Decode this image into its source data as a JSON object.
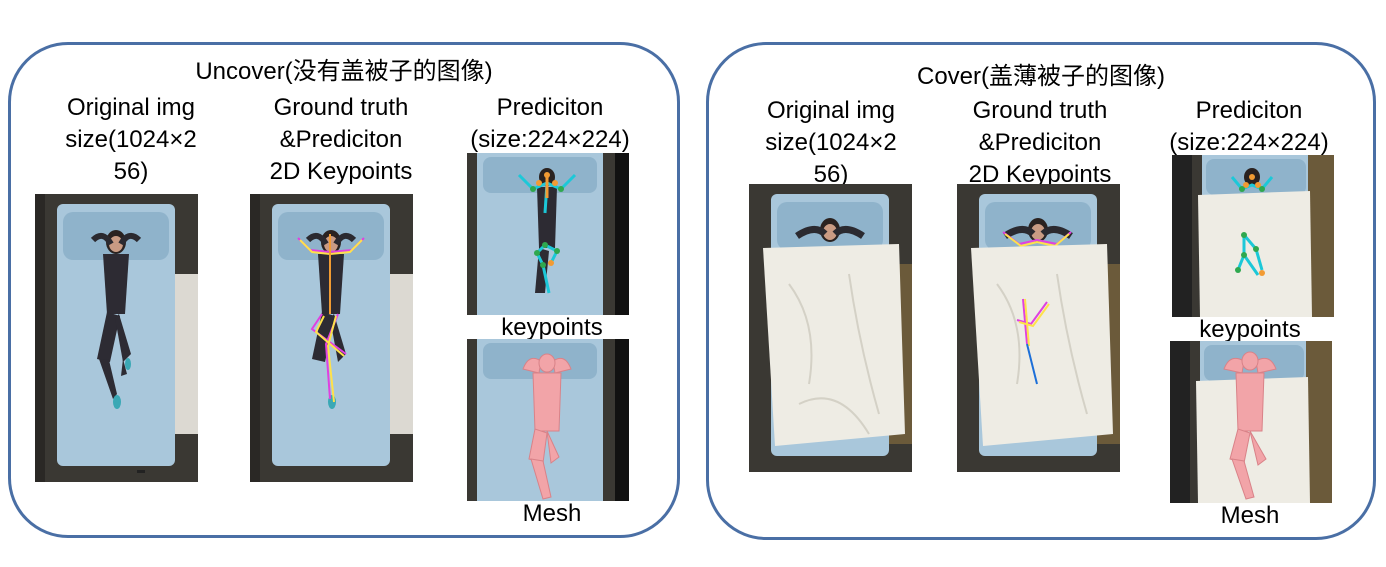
{
  "uncover": {
    "title": "Uncover(没有盖被子的图像)",
    "col1": [
      "Original img",
      "size(1024×2",
      "56)"
    ],
    "col2": [
      "Ground truth",
      "&Prediciton",
      "2D Keypoints"
    ],
    "col3": [
      "Prediciton",
      "(size:224×224)"
    ],
    "caption_keypoints": "keypoints",
    "caption_mesh": "Mesh"
  },
  "cover": {
    "title": "Cover(盖薄被子的图像)",
    "col1": [
      "Original img",
      "size(1024×2",
      "56)"
    ],
    "col2": [
      "Ground truth",
      "&Prediciton",
      "2D Keypoints"
    ],
    "col3": [
      "Prediciton",
      "(size:224×224)"
    ],
    "caption_keypoints": "keypoints",
    "caption_mesh": "Mesh"
  },
  "colors": {
    "panel_border": "#4a6fa5",
    "mattress": "#a9c7db",
    "sheet": "#eeece4",
    "mesh_body": "#f2a4a8",
    "keypoint_cyan": "#1cc8d8",
    "keypoint_orange": "#f29b33",
    "keypoint_magenta": "#e040e0"
  }
}
